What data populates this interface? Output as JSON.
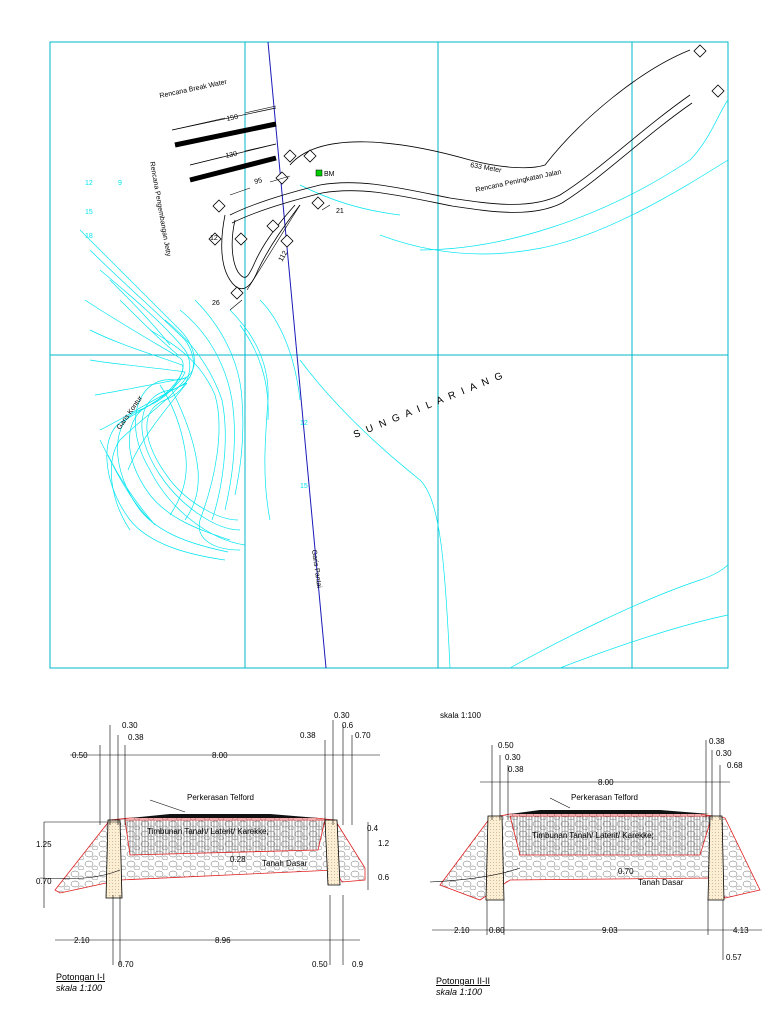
{
  "map": {
    "break_water_label": "Rencana Break Water",
    "dim_150": "150",
    "dim_130": "130",
    "dim_95": "95",
    "dim_21": "21",
    "dim_112": "112",
    "dim_26": "26",
    "dim_12": "12",
    "meter_label": "633 Meter",
    "bm_label": "BM",
    "jalan_label": "Rencana Peningkatan Jalan",
    "jetty_label": "Rencana Pengembangan Jetty",
    "garis_kontur": "Garis Kontur",
    "garis_pantai": "Garis Pantai",
    "sungai": "S U N G A I   L A R I A N G",
    "contour_labels": [
      "12",
      "9",
      "15",
      "18",
      "12",
      "15"
    ],
    "colors": {
      "grid": "#00b8c8",
      "contour": "#00e5f0",
      "shore": "#1a1ab8",
      "bm": "#00cc00"
    }
  },
  "section1": {
    "title": "Potongan I-I",
    "scale": "skala 1:100",
    "dims_top": [
      "0.30",
      "0.38",
      "8.00",
      "0.38",
      "0.6",
      "0.70"
    ],
    "dim_050_left": "0.50",
    "dim_030_top_right": "0.30",
    "left_vert": [
      "1.25",
      "0.70"
    ],
    "right_vert": [
      "0.4",
      "1.2",
      "0.6"
    ],
    "dims_bottom": [
      "2.10",
      "8.96"
    ],
    "dims_bottom_small": [
      "0.70",
      "0.50",
      "0.9"
    ],
    "perkerasan": "Perkerasan Telford",
    "timbunan": "Timbunan Tanah/ Laterit/ Karekke;",
    "tanah_dasar": "Tanah Dasar",
    "dim_028": "0.28"
  },
  "section2": {
    "title": "Potongan II-II",
    "scale": "skala 1:100",
    "skala_top": "skala 1:100",
    "dims_top_left": [
      "0.50",
      "0.30",
      "0.38"
    ],
    "dims_top_right": [
      "0.38",
      "0.30",
      "0.68"
    ],
    "dim_800": "8.00",
    "dims_bottom": [
      "2.10",
      "0.80",
      "9.03",
      "4.13"
    ],
    "dim_057": "0.57",
    "perkerasan": "Perkerasan Telford",
    "timbunan": "Timbunan Tanah/ Laterit/ Karekke;",
    "tanah_dasar": "Tanah Dasar",
    "dim_070": "0.70"
  }
}
